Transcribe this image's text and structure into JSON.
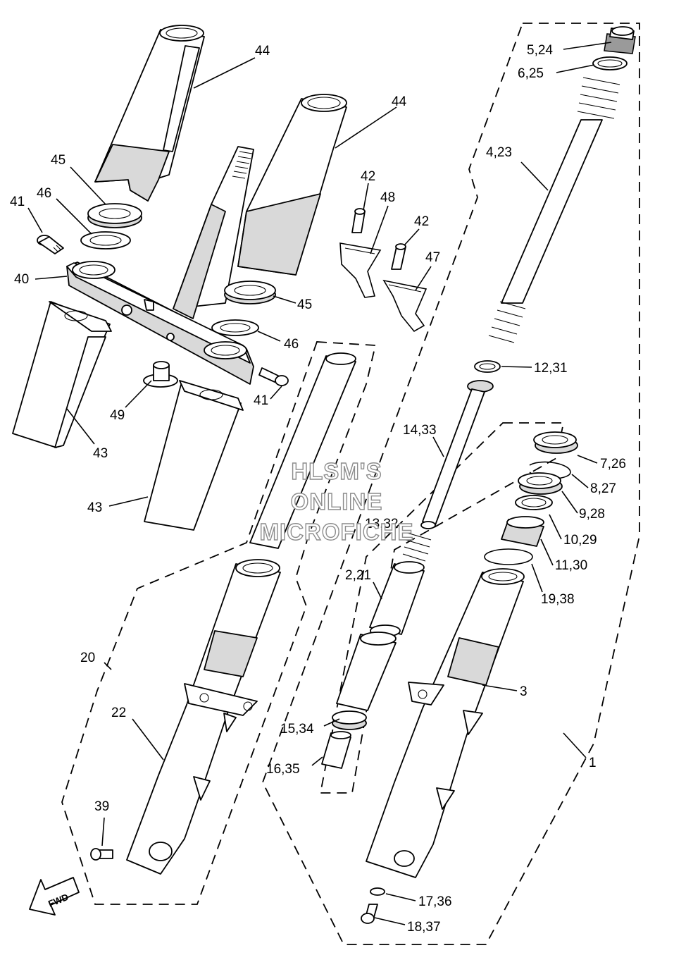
{
  "labels": {
    "p44a": "44",
    "p44b": "44",
    "p45a": "45",
    "p46a": "46",
    "p41a": "41",
    "p40": "40",
    "p42a": "42",
    "p48": "48",
    "p42b": "42",
    "p47": "47",
    "p45b": "45",
    "p46b": "46",
    "p41b": "41",
    "p49": "49",
    "p43a": "43",
    "p43b": "43",
    "p5": "5,24",
    "p6": "6,25",
    "p4": "4,23",
    "p12": "12,31",
    "p14": "14,33",
    "p7": "7,26",
    "p8": "8,27",
    "p9": "9,28",
    "p10": "10,29",
    "p13": "13,32",
    "p11": "11,30",
    "p19": "19,38",
    "p2": "2,21",
    "p3": "3",
    "p20": "20",
    "p22": "22",
    "p15": "15,34",
    "p1": "1",
    "p16": "16,35",
    "p39": "39",
    "p17": "17,36",
    "p18": "18,37"
  },
  "watermark": {
    "line1": "HLSM'S",
    "line2": "ONLINE",
    "line3": "MICROFICHE"
  },
  "fwd_label": "FWD"
}
